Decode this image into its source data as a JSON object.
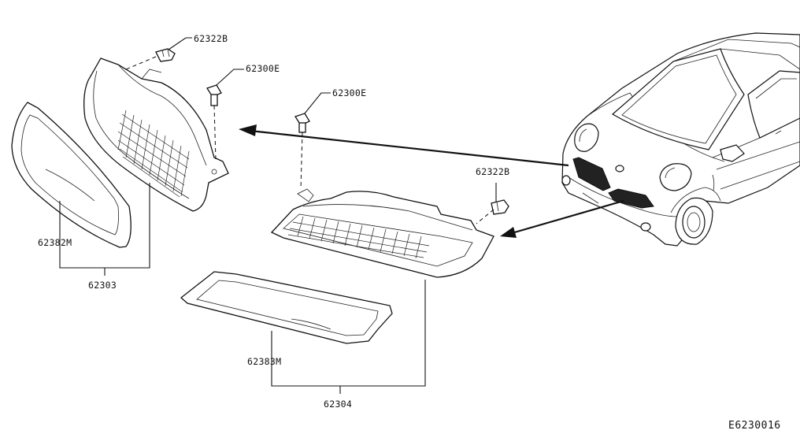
{
  "labels": {
    "clip_upper_left": "62322B",
    "bolt_left": "62300E",
    "bolt_right": "62300E",
    "clip_right": "62322B",
    "finisher_upper": "62382M",
    "grille_upper_assy": "62303",
    "finisher_lower": "62383M",
    "grille_lower_assy": "62304"
  },
  "diagram_ref": "E6230016"
}
